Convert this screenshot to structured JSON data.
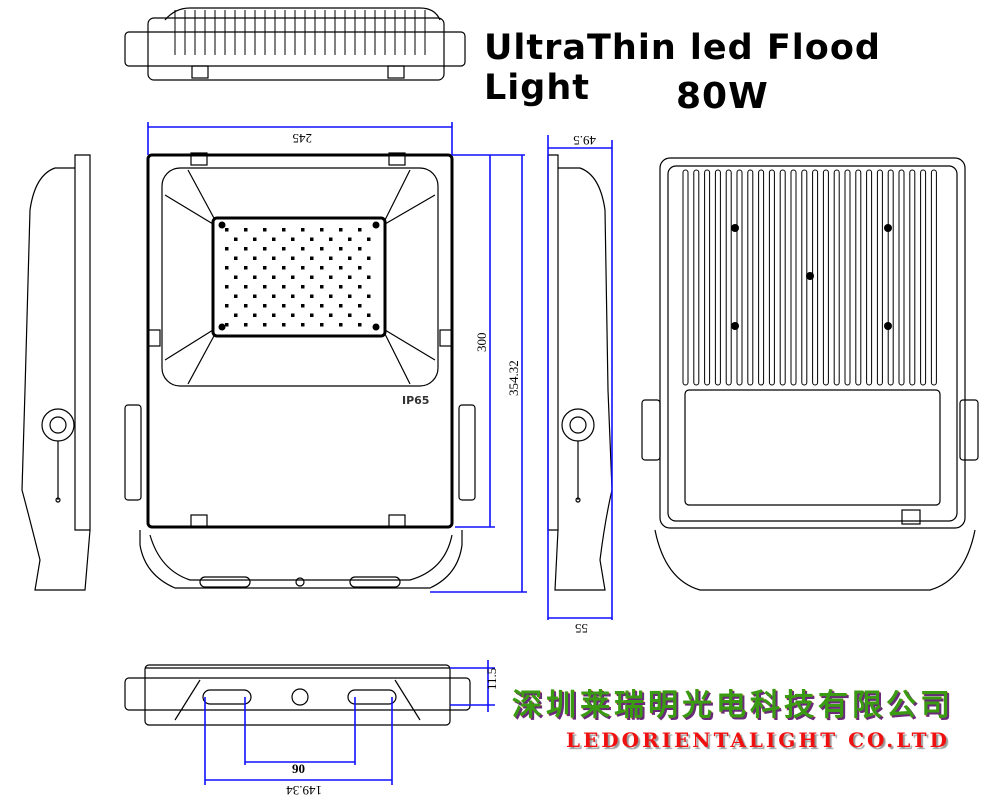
{
  "title": {
    "line1": "UltraThin led Flood Light",
    "line2": "80W"
  },
  "dimensions": {
    "width": "245",
    "height_frame": "300",
    "height_total": "354.32",
    "side_depth_top": "49.5",
    "side_depth_bottom": "55",
    "bracket_height": "11.5",
    "slot_spacing": "90",
    "slot_outer": "149.34"
  },
  "marking": {
    "ip_rating": "IP65"
  },
  "company": {
    "name_cn": "深圳莱瑞明光电科技有限公司",
    "name_en": "LEDORIENTALIGHT CO.LTD"
  },
  "colors": {
    "dimension_line": "#1010ff",
    "company_cn": "#3a9a12",
    "company_en": "#f01010"
  }
}
